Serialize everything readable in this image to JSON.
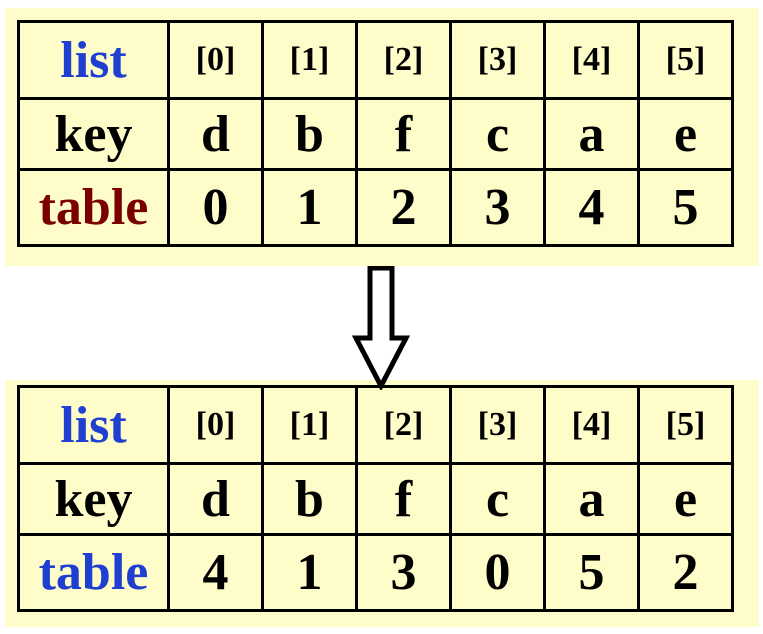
{
  "top_table": {
    "rows": [
      {
        "header": "list",
        "header_color": "#1f3fd0",
        "cells": [
          "[0]",
          "[1]",
          "[2]",
          "[3]",
          "[4]",
          "[5]"
        ]
      },
      {
        "header": "key",
        "header_color": "#000000",
        "cells": [
          "d",
          "b",
          "f",
          "c",
          "a",
          "e"
        ]
      },
      {
        "header": "table",
        "header_color": "#7a0000",
        "cells": [
          "0",
          "1",
          "2",
          "3",
          "4",
          "5"
        ]
      }
    ]
  },
  "arrow": {
    "direction": "down",
    "icon": "hollow-down-arrow-icon"
  },
  "bottom_table": {
    "rows": [
      {
        "header": "list",
        "header_color": "#1f3fd0",
        "cells": [
          "[0]",
          "[1]",
          "[2]",
          "[3]",
          "[4]",
          "[5]"
        ]
      },
      {
        "header": "key",
        "header_color": "#000000",
        "cells": [
          "d",
          "b",
          "f",
          "c",
          "a",
          "e"
        ]
      },
      {
        "header": "table",
        "header_color": "#1f3fd0",
        "cells": [
          "4",
          "1",
          "3",
          "0",
          "5",
          "2"
        ]
      }
    ]
  },
  "colors": {
    "panel_background": "#fefcc8",
    "border": "#000000"
  }
}
